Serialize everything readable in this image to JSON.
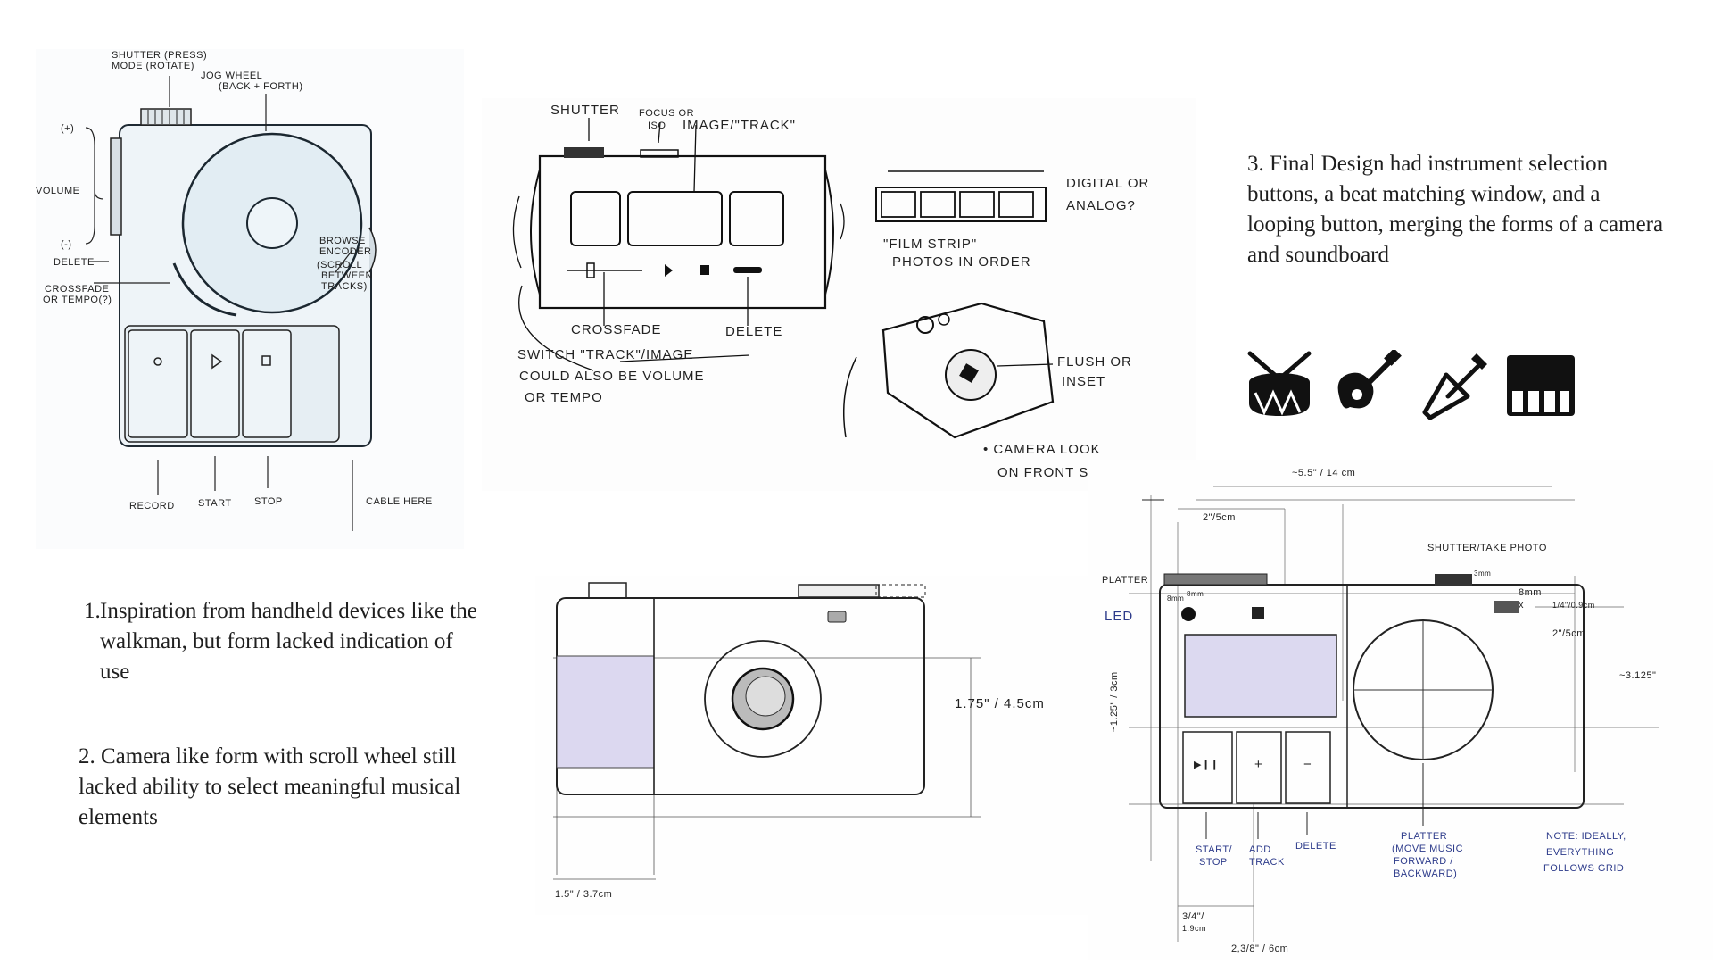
{
  "notes": {
    "note1": {
      "number": "1.",
      "text": "Inspiration from handheld devices like the walkman, but form lacked indication of use"
    },
    "note2": {
      "text": "2. Camera like form with scroll wheel still lacked ability to select meaningful musical elements"
    },
    "note3": {
      "text": "3. Final Design had instrument selection buttons, a beat matching window, and a looping button, merging the forms of a camera and soundboard"
    }
  },
  "instrument_icons": [
    "drum-icon",
    "acoustic-guitar-icon",
    "electric-guitar-icon",
    "piano-keys-icon"
  ],
  "sketch1": {
    "labels": {
      "shutter": "SHUTTER (PRESS)",
      "mode": "MODE (ROTATE)",
      "jog": "JOG WHEEL",
      "jog2": "(BACK + FORTH)",
      "plus": "(+)",
      "volume": "VOLUME",
      "minus": "(-)",
      "delete": "DELETE",
      "browse": "BROWSE",
      "encoder": "ENCODER",
      "scroll": "(SCROLL",
      "between": "BETWEEN",
      "tracks": "TRACKS)",
      "crossfade": "CROSSFADE",
      "tempo": "OR TEMPO(?)",
      "record": "RECORD",
      "start": "START",
      "stop": "STOP",
      "cable": "CABLE HERE"
    }
  },
  "sketch2": {
    "labels": {
      "shutter": "SHUTTER",
      "focus": "FOCUS OR",
      "iso": "ISO",
      "image_track": "IMAGE/\"TRACK\"",
      "crossfade": "CROSSFADE",
      "delete": "DELETE",
      "switch1": "SWITCH \"TRACK\"/IMAGE",
      "switch2": "COULD ALSO BE VOLUME",
      "switch3": "OR TEMPO",
      "digital": "DIGITAL OR",
      "analog": "ANALOG?",
      "film1": "\"FILM STRIP\"",
      "film2": "PHOTOS IN ORDER",
      "flush1": "FLUSH OR",
      "flush2": "INSET",
      "camera1": "• CAMERA LOOK",
      "camera2": "ON FRONT SIDE"
    }
  },
  "sketch3": {
    "labels": {
      "height": "1.75\" / 4.5cm",
      "width": "1.5\" / 3.7cm"
    }
  },
  "sketch4": {
    "labels": {
      "overall": "~5.5\" / 14 cm",
      "two_in": "2\"/5cm",
      "shutter": "SHUTTER/TAKE PHOTO",
      "platter": "PLATTER",
      "led": "LED",
      "side": "~1.25\" / 3cm",
      "eight_mm_a": "8mm",
      "eight_mm_b": "8mm",
      "eight_mm_c": "8mm",
      "eight_mm_d": "8mm",
      "x": "x",
      "quarter": "1/4\"/0.9cm",
      "two_b": "2\"/5cm",
      "right_h": "~3.125\"",
      "three_mm": "3mm",
      "btn_play": "▶❙❙",
      "btn_plus": "+",
      "btn_minus": "−",
      "start_stop1": "START/",
      "start_stop2": "STOP",
      "add1": "ADD",
      "add2": "TRACK",
      "delete": "DELETE",
      "platter_note1": "PLATTER",
      "platter_note2": "(MOVE MUSIC",
      "platter_note3": "FORWARD /",
      "platter_note4": "BACKWARD)",
      "note1": "NOTE: IDEALLY,",
      "note2": "EVERYTHING",
      "note3": "FOLLOWS GRID",
      "three_q": "3/4\"/",
      "three_q2": "1.9cm",
      "bottom": "2,3/8\" / 6cm"
    }
  }
}
